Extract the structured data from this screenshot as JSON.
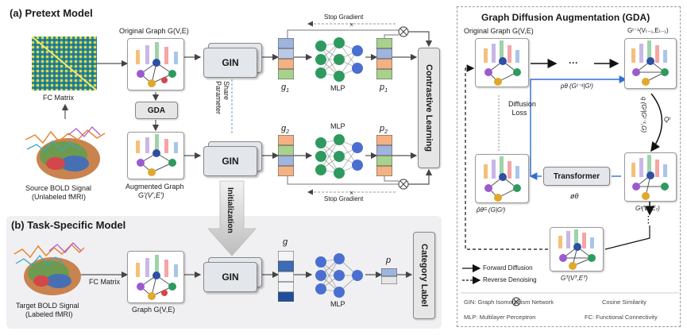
{
  "pretext": {
    "title": "(a) Pretext Model",
    "original_graph": "Original Graph G(V,E)",
    "fc_matrix": "FC Matrix",
    "gda": "GDA",
    "augmented_graph": "Augmented Graph",
    "augmented_graph_sym": "G'(V',E')",
    "source_signal": "Source BOLD Signal",
    "source_signal_sub": "(Unlabeled fMRI)",
    "gin": "GIN",
    "share_parameter": "Share Parameter",
    "g1": "g",
    "g1_sub": "1",
    "g2": "g",
    "g2_sub": "2",
    "p1": "p",
    "p1_sub": "1",
    "p2": "p",
    "p2_sub": "2",
    "mlp": "MLP",
    "stop_gradient": "Stop Gradient",
    "contrastive": "Contrastive Learning"
  },
  "task": {
    "title": "(b) Task-Specific Model",
    "target_signal": "Target BOLD Signal",
    "target_signal_sub": "(Labeled fMRI)",
    "fc_matrix": "FC Matrix",
    "graph": "Graph G(V,E)",
    "gin": "GIN",
    "g": "g",
    "mlp": "MLP",
    "p": "p",
    "category": "Category Label",
    "initialization": "Initialization"
  },
  "gda_panel": {
    "title": "Graph Diffusion Augmentation (GDA)",
    "original_graph": "Original Graph G(V,E)",
    "ellipsis": "···",
    "g_t_minus_1": "Gᵗ⁻¹(Vₜ₋₁,Eₜ₋₁)",
    "p_theta": "pθ (Gᵗ⁻¹|Gᵗ)",
    "diffusion_loss": "Diffusion Loss",
    "q": "q (Gᵗ|Gᵗ⁻¹,G)",
    "q_t": "Qᵗ",
    "transformer": "Transformer",
    "phi": "øθ",
    "p_hat": "p̂θᴳ (G|Gᵗ)",
    "g_t": "Gᵗ(Vₜ,Eₜ)",
    "g_T": "Gᵀ(Vᵀ,Eᵀ)",
    "forward": "Forward Diffusion",
    "reverse": "Reverse Denoising"
  },
  "legend": {
    "gin": "GIN: Graph Isomorphism Network",
    "cosine": "Cosine Similarity",
    "mlp": "MLP: Multilayer Perceptron",
    "fc": "FC: Functional Connectivity"
  },
  "colors": {
    "panel_bg": "#f0f0f3",
    "node_green": "#2e9a5e",
    "node_blue": "#4a6fd0",
    "arrow_blue": "#2f6fd6",
    "vec_blue": "#9fb5de",
    "vec_orange": "#f4b183",
    "vec_green": "#a9d18e"
  }
}
